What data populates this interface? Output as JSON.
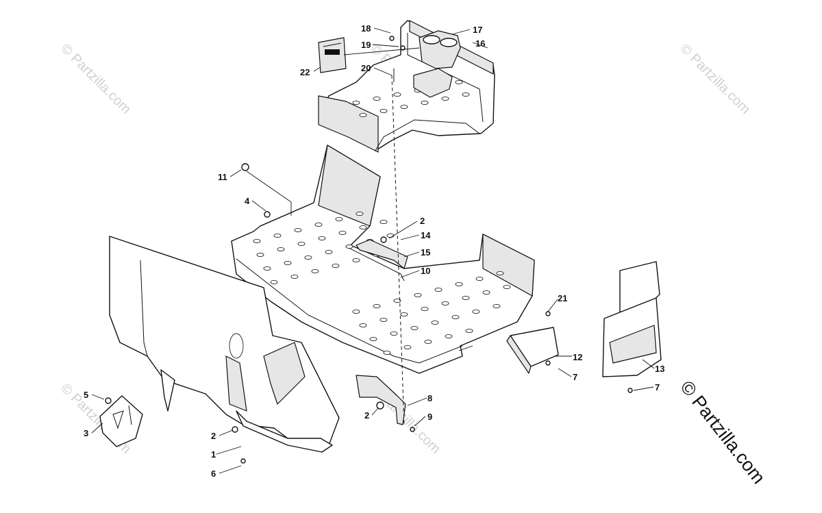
{
  "watermark": "© Partzilla.com",
  "copyright": "© Partzilla.com",
  "callouts": [
    {
      "id": "c1",
      "label": "1"
    },
    {
      "id": "c2a",
      "label": "2"
    },
    {
      "id": "c2b",
      "label": "2"
    },
    {
      "id": "c2c",
      "label": "2"
    },
    {
      "id": "c3",
      "label": "3"
    },
    {
      "id": "c4",
      "label": "4"
    },
    {
      "id": "c5",
      "label": "5"
    },
    {
      "id": "c6",
      "label": "6"
    },
    {
      "id": "c7a",
      "label": "7"
    },
    {
      "id": "c7b",
      "label": "7"
    },
    {
      "id": "c8",
      "label": "8"
    },
    {
      "id": "c9",
      "label": "9"
    },
    {
      "id": "c10",
      "label": "10"
    },
    {
      "id": "c11",
      "label": "11"
    },
    {
      "id": "c12",
      "label": "12"
    },
    {
      "id": "c13",
      "label": "13"
    },
    {
      "id": "c14",
      "label": "14"
    },
    {
      "id": "c15",
      "label": "15"
    },
    {
      "id": "c16",
      "label": "16"
    },
    {
      "id": "c17",
      "label": "17"
    },
    {
      "id": "c18",
      "label": "18"
    },
    {
      "id": "c19",
      "label": "19"
    },
    {
      "id": "c20",
      "label": "20"
    },
    {
      "id": "c21",
      "label": "21"
    },
    {
      "id": "c22",
      "label": "22"
    }
  ]
}
